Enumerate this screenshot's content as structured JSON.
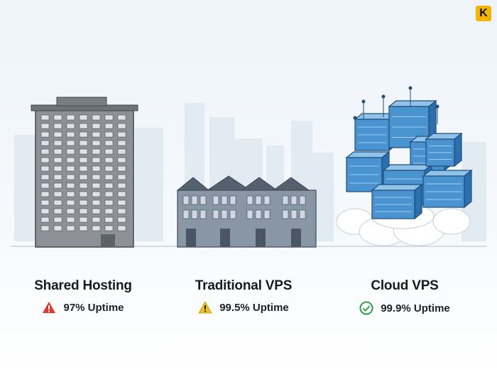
{
  "brand": {
    "letter": "K",
    "icon": "brand-logo-k",
    "color": "#f5b400"
  },
  "tiers": [
    {
      "title": "Shared Hosting",
      "status": "97% Uptime",
      "icon": "warning-triangle-red",
      "color": "#e03a2f"
    },
    {
      "title": "Traditional VPS",
      "status": "99.5% Uptime",
      "icon": "warning-triangle-yellow",
      "color": "#f0c020"
    },
    {
      "title": "Cloud VPS",
      "status": "99.9% Uptime",
      "icon": "check-circle-green",
      "color": "#2ea043"
    }
  ]
}
